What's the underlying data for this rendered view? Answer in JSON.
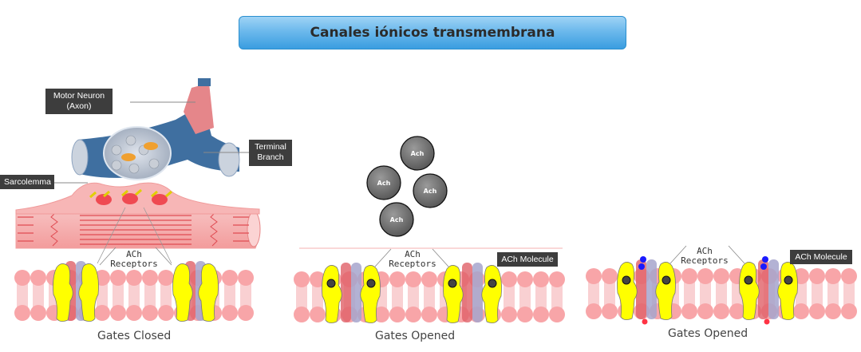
{
  "title": "Canales iónicos transmembrana",
  "labels": {
    "motor_neuron": "Motor Neuron\n(Axon)",
    "motor_neuron_line1": "Motor Neuron",
    "motor_neuron_line2": "(Axon)",
    "terminal_branch_line1": "Terminal",
    "terminal_branch_line2": "Branch",
    "sarcolemma": "Sarcolemma",
    "ach_molecule": "ACh Molecule"
  },
  "panels": [
    {
      "receptor_line1": "ACh",
      "receptor_line2": "Receptors",
      "caption": "Gates Closed"
    },
    {
      "receptor_line1": "ACh",
      "receptor_line2": "Receptors",
      "caption": "Gates Opened",
      "callout": "ACh Molecule"
    },
    {
      "receptor_line1": "ACh",
      "receptor_line2": "Receptors",
      "caption": "Gates Opened",
      "callout": "ACh Molecule"
    }
  ],
  "molecules": [
    {
      "label": "Ach"
    },
    {
      "label": "Ach"
    },
    {
      "label": "Ach"
    },
    {
      "label": "Ach"
    }
  ],
  "colors": {
    "title_gradient_top": "#9fd3f5",
    "title_gradient_bottom": "#3a9de0",
    "neuron_blue": "#3f6fa0",
    "axon_pink": "#e5868a",
    "muscle_pink": "#f5b3b3",
    "receptor_yellow": "#ffff00",
    "lipid_pink": "#f8a5a8",
    "ion_blue": "#1a1aff",
    "ion_red": "#ff3344",
    "label_bg": "#3d3d3d"
  }
}
